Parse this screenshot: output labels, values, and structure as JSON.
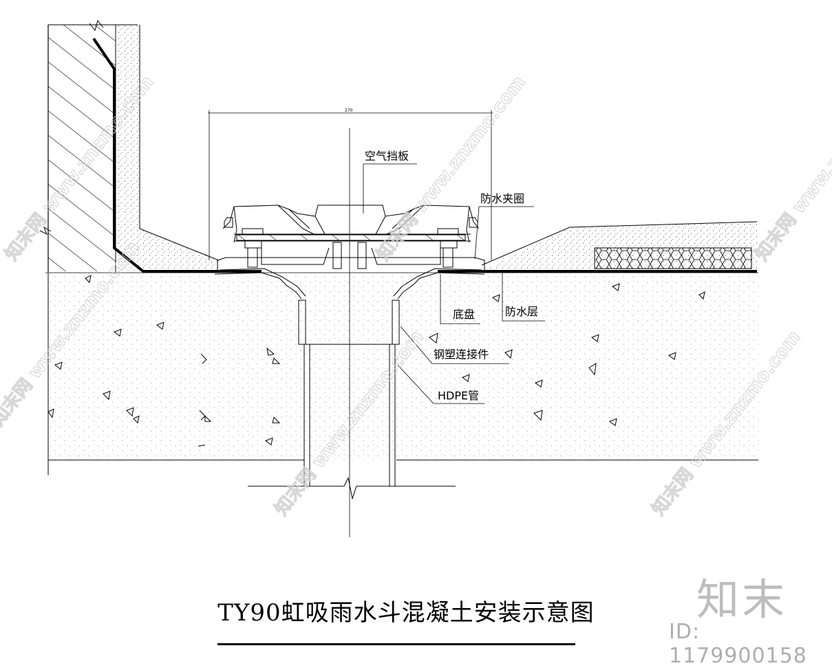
{
  "labels": {
    "air_baffle": "空气挡板",
    "waterproof_clamp": "防水夹圈",
    "base_plate": "底盘",
    "waterproof_layer": "防水层",
    "steel_plastic_connector": "钢塑连接件",
    "hdpe_pipe": "HDPE管"
  },
  "dimension": "270",
  "title": "TY90虹吸雨水斗混凝土安装示意图",
  "watermark": {
    "logo": "知末",
    "id": "ID: 1179900158",
    "text": "知末网 www.znzmo.com"
  }
}
